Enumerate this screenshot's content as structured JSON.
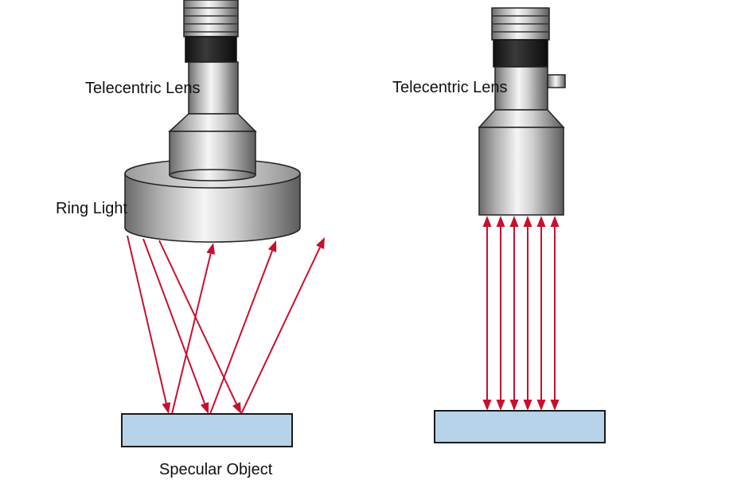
{
  "labels": {
    "left_lens": "Telecentric Lens",
    "ring_light": "Ring Light",
    "specular_object": "Specular Object",
    "right_lens": "Telecentric Lens"
  },
  "colors": {
    "ray": "#c8102e",
    "object_fill": "#b7d3ea",
    "object_stroke": "#1a1a1a",
    "metal_dark": "#6e6e6e",
    "metal_light": "#f4f4f4",
    "knurl_dark": "#1d1d1d"
  }
}
